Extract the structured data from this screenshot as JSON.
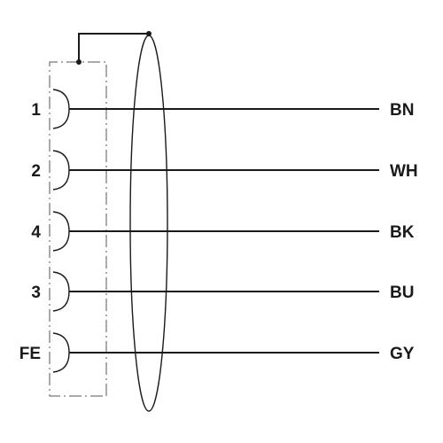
{
  "diagram": {
    "pins": [
      {
        "pin": "1",
        "wire": "BN"
      },
      {
        "pin": "2",
        "wire": "WH"
      },
      {
        "pin": "4",
        "wire": "BK"
      },
      {
        "pin": "3",
        "wire": "BU"
      },
      {
        "pin": "FE",
        "wire": "GY"
      }
    ]
  }
}
